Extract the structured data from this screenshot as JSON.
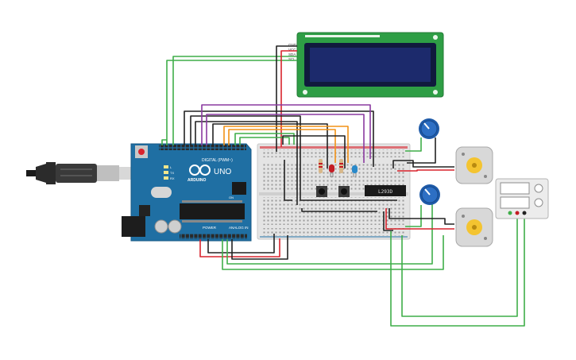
{
  "arduino": {
    "brand": "ARDUINO",
    "model": "UNO",
    "label_digital": "DIGITAL (PWM~)",
    "label_power": "POWER",
    "label_analog": "ANALOG IN",
    "label_tx": "TX",
    "label_rx": "RX",
    "label_l": "L",
    "label_on": "ON"
  },
  "motor_driver": {
    "label": "L293D"
  },
  "lcd": {
    "pins": [
      "GND",
      "VCC",
      "SDA",
      "SCL"
    ]
  },
  "colors": {
    "wire_green": "#3fae49",
    "wire_black": "#222222",
    "wire_red": "#d9232d",
    "wire_purple": "#8a3aa0",
    "wire_orange": "#f29217",
    "arduino_blue": "#1f6fa3",
    "lcd_green": "#2e9e45",
    "lcd_screen": "#1c2a6c",
    "breadboard": "#e2e2e2",
    "pot_blue": "#1e5aa8",
    "motor_yellow": "#f4c430"
  }
}
